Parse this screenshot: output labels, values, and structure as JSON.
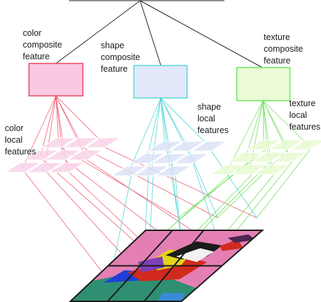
{
  "groups": [
    {
      "id": "color",
      "composite_label": "color\ncomposite\nfeature",
      "local_label": "color\nlocal\nfeatures",
      "stroke": "#e8485e",
      "fill": "#f9c9e2",
      "line": "#ee5f75",
      "patch_fill": "#f7d3e8"
    },
    {
      "id": "shape",
      "composite_label": "shape\ncomposite\nfeature",
      "local_label": "shape\nlocal\nfeatures",
      "stroke": "#57d7d7",
      "fill": "#e3e8fb",
      "line": "#4fd4d4",
      "patch_fill": "#dce3f7"
    },
    {
      "id": "texture",
      "composite_label": "texture\ncomposite\nfeature",
      "local_label": "texture\nlocal\nfeatures",
      "stroke": "#6de85c",
      "fill": "#eafbd6",
      "line": "#74e05f",
      "patch_fill": "#e8fad0"
    }
  ],
  "colors": {
    "top_lines": "#222222",
    "grid_border": "#1a1a1a",
    "image_bg": "#e47fb4"
  }
}
